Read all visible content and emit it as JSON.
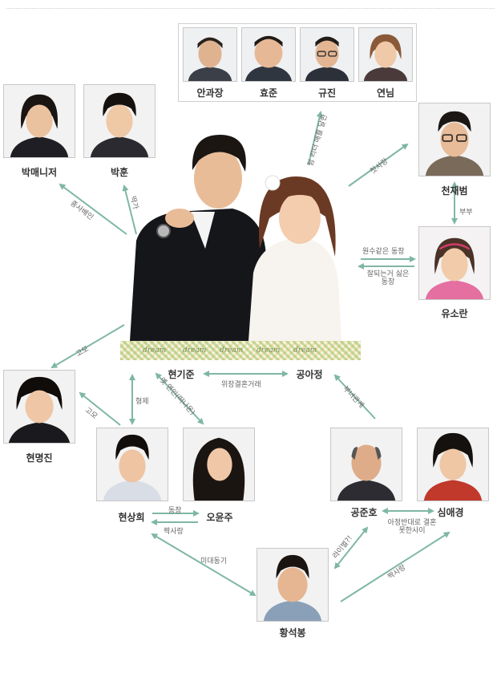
{
  "colors": {
    "arrow": "#7fb7a2",
    "text": "#333333",
    "label": "#666666"
  },
  "cast_group": {
    "members": [
      {
        "name": "안과장",
        "icon": "man-portrait-icon"
      },
      {
        "name": "효준",
        "icon": "man-portrait-icon"
      },
      {
        "name": "규진",
        "icon": "man-portrait-icon"
      },
      {
        "name": "연님",
        "icon": "woman-portrait-icon"
      }
    ]
  },
  "people": {
    "park_manager": "박매니저",
    "park_hoon": "박훈",
    "cheon_jaebeom": "천재범",
    "yu_soran": "유소란",
    "hyeon_gijun": "현기준",
    "gong_ajeong": "공아정",
    "hyeon_myeongjin": "현명진",
    "hyeon_sanghui": "현상희",
    "o_yunju": "오윤주",
    "gong_junho": "공준호",
    "sim_aegyeong": "심애경",
    "hwang_seokbong": "황석봉"
  },
  "banner": {
    "words": [
      "dream",
      "dream",
      "dream",
      "dream",
      "dream"
    ]
  },
  "relations": {
    "team_leader": "팀 리더 매를 달한",
    "first_love": "첫사랑",
    "couple": "부부",
    "enemy_classmate": "원수같은 동창",
    "jealous_classmate": "잘되는거 싫은 동창",
    "employee_boss": "종사배인",
    "ttakkari": "딱가",
    "fake_marriage": "위장결혼거래",
    "hostile": "부녀관계",
    "aunt1": "고모",
    "aunt2": "고모",
    "siblings": "형제",
    "ex_lover": "옛 연인(떠나온)",
    "classmate": "동창",
    "crush": "짝사랑",
    "same_age": "미대동기",
    "rival": "라이벌?!",
    "couple_opposed": "아정반대로 결혼못한사이",
    "crush2": "짝사랑"
  }
}
